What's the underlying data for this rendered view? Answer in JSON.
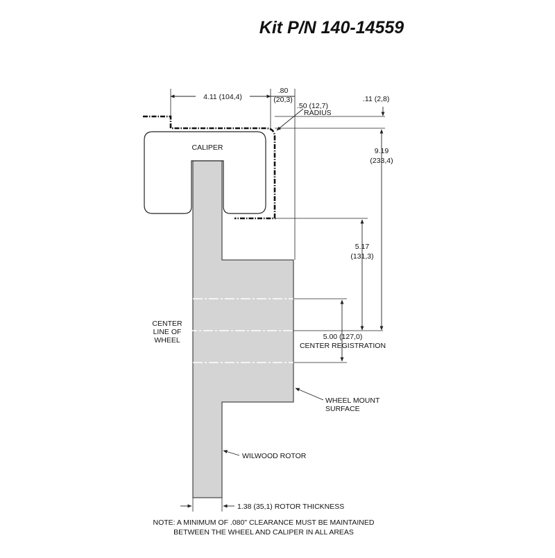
{
  "title": "Kit P/N 140-14559",
  "labels": {
    "caliper": "CALIPER",
    "center_line": [
      "CENTER",
      "LINE OF",
      "WHEEL"
    ],
    "wheel_mount": [
      "WHEEL MOUNT",
      "SURFACE"
    ],
    "rotor": "WILWOOD ROTOR"
  },
  "dimensions": {
    "width_411": "4.11 (104,4)",
    "offset_80": [
      ".80",
      "(20,3)"
    ],
    "radius": [
      ".50 (12,7)",
      "RADIUS"
    ],
    "gap_11": ".11 (2,8)",
    "height_919": [
      "9.19",
      "(233,4)"
    ],
    "height_517": [
      "5.17",
      "(131,3)"
    ],
    "center_reg": [
      "5.00 (127,0)",
      "CENTER REGISTRATION"
    ],
    "rotor_thickness": "1.38 (35,1) ROTOR THICKNESS"
  },
  "note": [
    "NOTE: A MINIMUM OF .080\" CLEARANCE MUST BE MAINTAINED",
    "BETWEEN THE WHEEL AND CALIPER IN ALL AREAS"
  ],
  "colors": {
    "rotor_fill": "#d4d4d4",
    "caliper_fill": "#ffffff",
    "line": "#222222"
  }
}
